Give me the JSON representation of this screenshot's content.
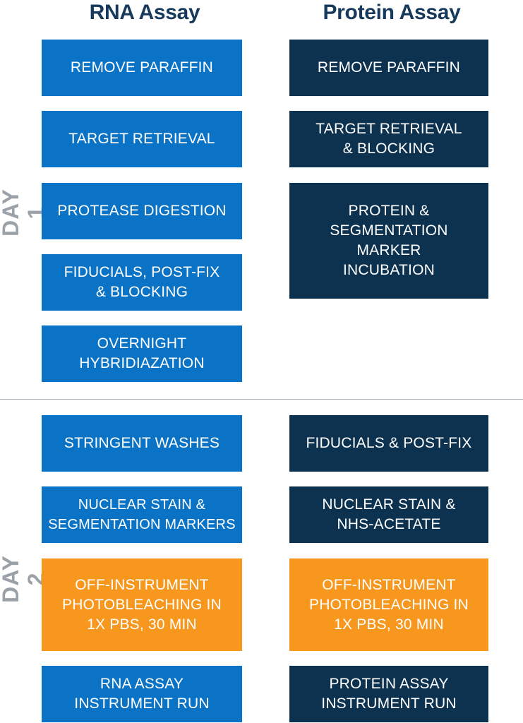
{
  "headers": {
    "rna": "RNA Assay",
    "protein": "Protein Assay"
  },
  "days": {
    "day1": "DAY 1",
    "day2": "DAY 2"
  },
  "rna_steps": [
    "REMOVE PARAFFIN",
    "TARGET RETRIEVAL",
    "PROTEASE DIGESTION",
    "FIDUCIALS, POST-FIX\n& BLOCKING",
    "OVERNIGHT\nHYBRIDIAZATION",
    "STRINGENT WASHES",
    "NUCLEAR STAIN &\nSEGMENTATION MARKERS",
    "OFF-INSTRUMENT\nPHOTOBLEACHING IN\n1X PBS, 30 MIN",
    "RNA ASSAY\nINSTRUMENT RUN"
  ],
  "protein_steps": [
    "REMOVE PARAFFIN",
    "TARGET RETRIEVAL\n& BLOCKING",
    "PROTEIN &\nSEGMENTATION\nMARKER\nINCUBATION",
    "FIDUCIALS & POST-FIX",
    "NUCLEAR STAIN &\nNHS-ACETATE",
    "OFF-INSTRUMENT\nPHOTOBLEACHING IN\n1X PBS, 30 MIN",
    "PROTEIN ASSAY\nINSTRUMENT RUN"
  ],
  "colors": {
    "rna": "#0a73c6",
    "protein": "#0d3250",
    "photobleaching": "#f8971d",
    "day_label": "#9aa1a8",
    "header": "#173a5c"
  }
}
